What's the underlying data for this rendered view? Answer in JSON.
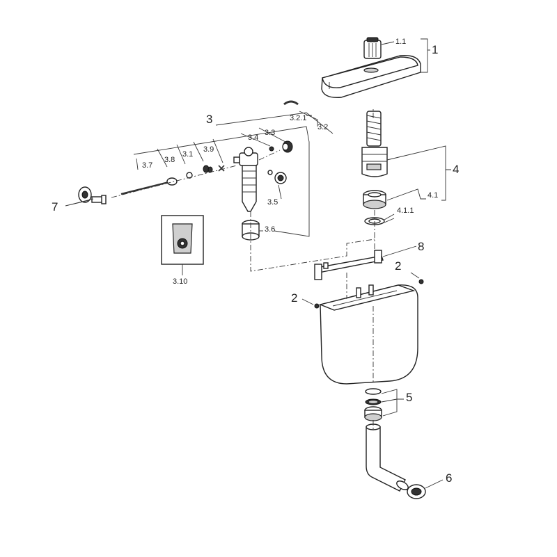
{
  "labels": {
    "p1": "1",
    "p1_1": "1.1",
    "p2a": "2",
    "p2b": "2",
    "p3": "3",
    "p3_1": "3.1",
    "p3_2": "3.2",
    "p3_2_1": "3.2.1",
    "p3_3": "3.3",
    "p3_4": "3.4",
    "p3_5": "3.5",
    "p3_6": "3.6",
    "p3_7": "3.7",
    "p3_8": "3.8",
    "p3_9": "3.9",
    "p3_10": "3.10",
    "p4": "4",
    "p4_1": "4.1",
    "p4_1_1": "4.1.1",
    "p5": "5",
    "p6": "6",
    "p7": "7",
    "p8": "8"
  }
}
